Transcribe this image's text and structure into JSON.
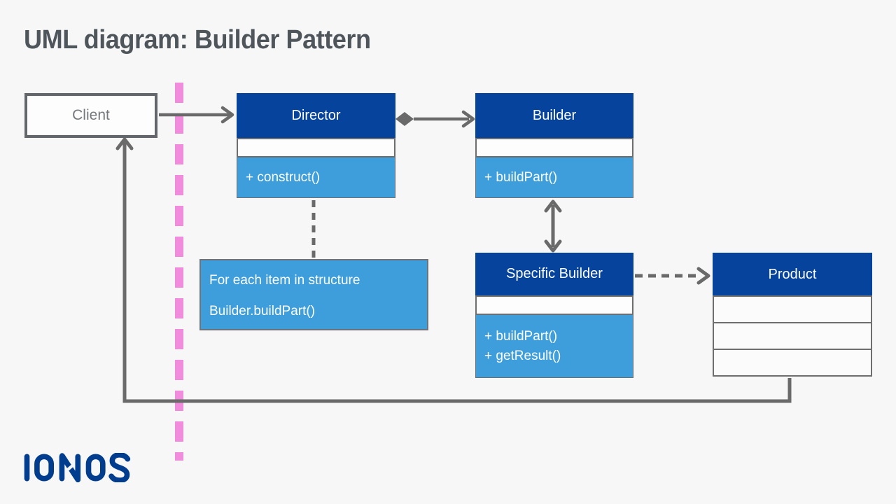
{
  "page": {
    "title": "UML diagram: Builder Pattern"
  },
  "colors": {
    "background": "#f7f7f7",
    "dark_blue": "#05439c",
    "light_blue": "#3d9edb",
    "connector_gray": "#6a6a6a",
    "pink": "#f18cdd",
    "title_text": "#4e565c",
    "client_text": "#75787c",
    "logo_blue": "#003d8f"
  },
  "diagram": {
    "client": {
      "label": "Client"
    },
    "director": {
      "name": "Director",
      "methods": [
        "+ construct()"
      ]
    },
    "builder": {
      "name": "Builder",
      "methods": [
        "+ buildPart()"
      ]
    },
    "specific_builder": {
      "name": "Specific Builder",
      "methods": [
        "+ buildPart()",
        "+ getResult()"
      ]
    },
    "product": {
      "name": "Product",
      "attribute_rows": [
        "",
        "",
        ""
      ]
    },
    "note": {
      "line1": "For each item in structure",
      "line2": "Builder.buildPart()"
    },
    "relations": [
      {
        "from": "Client",
        "to": "Director",
        "style": "solid-arrow"
      },
      {
        "from": "Director",
        "to": "Builder",
        "style": "aggregation-diamond-arrow"
      },
      {
        "from": "Builder",
        "to": "Specific Builder",
        "style": "solid-double-arrow"
      },
      {
        "from": "Director",
        "to": "note",
        "style": "dashed-line"
      },
      {
        "from": "Specific Builder",
        "to": "Product",
        "style": "dashed-arrow"
      },
      {
        "from": "Product",
        "to": "Client",
        "style": "solid-arrow-routed"
      }
    ]
  },
  "branding": {
    "logo_text": "IONOS"
  }
}
